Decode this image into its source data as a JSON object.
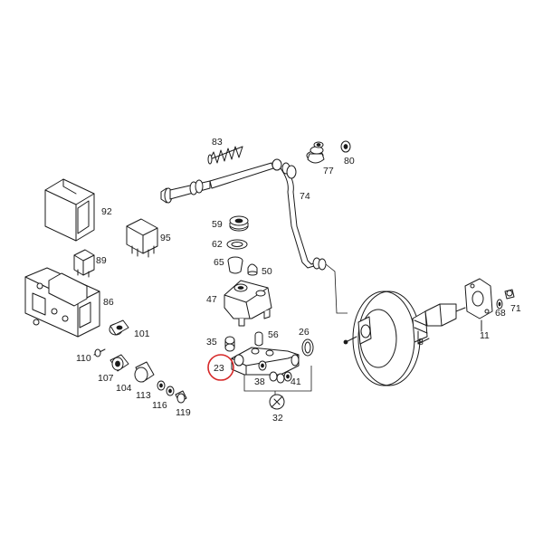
{
  "diagram": {
    "highlight": {
      "part": "23",
      "ring_color": "#d62828"
    },
    "parts": [
      {
        "id": "p83",
        "label": "83"
      },
      {
        "id": "p77",
        "label": "77"
      },
      {
        "id": "p80",
        "label": "80"
      },
      {
        "id": "p74",
        "label": "74"
      },
      {
        "id": "p92",
        "label": "92"
      },
      {
        "id": "p95",
        "label": "95"
      },
      {
        "id": "p89",
        "label": "89"
      },
      {
        "id": "p86",
        "label": "86"
      },
      {
        "id": "p101",
        "label": "101"
      },
      {
        "id": "p110",
        "label": "110"
      },
      {
        "id": "p107",
        "label": "107"
      },
      {
        "id": "p104",
        "label": "104"
      },
      {
        "id": "p113",
        "label": "113"
      },
      {
        "id": "p116",
        "label": "116"
      },
      {
        "id": "p119",
        "label": "119"
      },
      {
        "id": "p59",
        "label": "59"
      },
      {
        "id": "p62",
        "label": "62"
      },
      {
        "id": "p65",
        "label": "65"
      },
      {
        "id": "p50",
        "label": "50"
      },
      {
        "id": "p47",
        "label": "47"
      },
      {
        "id": "p35",
        "label": "35"
      },
      {
        "id": "p56",
        "label": "56"
      },
      {
        "id": "p26",
        "label": "26"
      },
      {
        "id": "p23",
        "label": "23"
      },
      {
        "id": "p38",
        "label": "38"
      },
      {
        "id": "p41",
        "label": "41"
      },
      {
        "id": "p32",
        "label": "32"
      },
      {
        "id": "p8",
        "label": "8"
      },
      {
        "id": "p11",
        "label": "11"
      },
      {
        "id": "p68",
        "label": "68"
      },
      {
        "id": "p71",
        "label": "71"
      }
    ]
  }
}
